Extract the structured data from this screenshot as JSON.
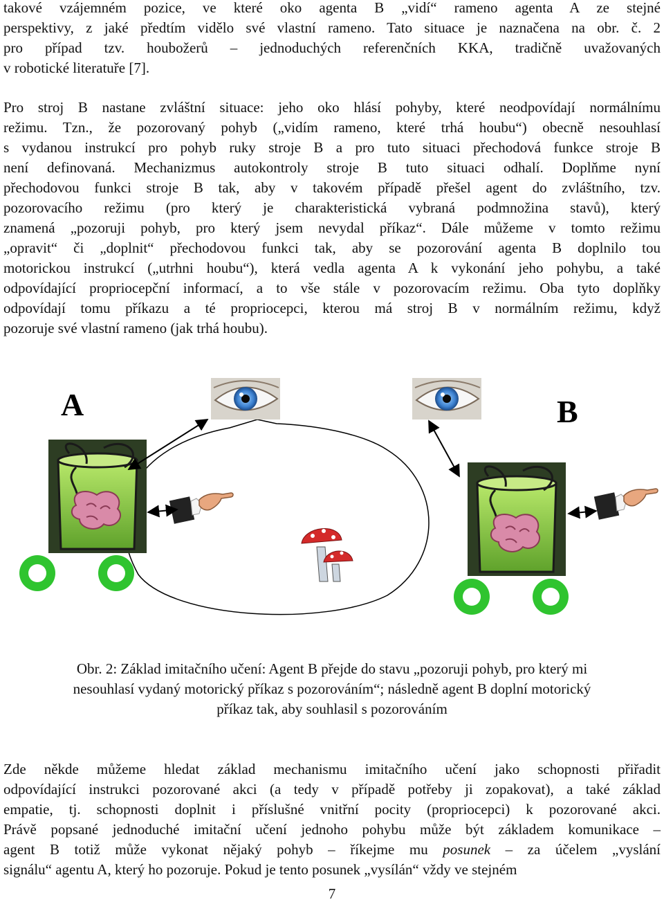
{
  "paragraph_1": [
    "takové vzájemném pozice, ve které oko agenta B „vidí“ rameno agenta A ze stejné",
    "perspektivy, z jaké předtím vidělo své vlastní rameno. Tato situace je naznačena na obr. č. 2",
    "pro případ tzv. houbožerů – jednoduchých referenčních KKA, tradičně uvažovaných",
    "v robotické literatuře [7]."
  ],
  "paragraph_2": [
    "Pro stroj B nastane zvláštní situace: jeho oko hlásí pohyby, které neodpovídají normálnímu",
    "režimu. Tzn., že pozorovaný pohyb („vidím rameno, které trhá houbu“) obecně nesouhlasí",
    "s vydanou instrukcí pro pohyb ruky stroje B a pro tuto situaci přechodová funkce stroje B",
    "není definovaná. Mechanizmus autokontroly stroje B tuto situaci odhalí. Doplňme nyní",
    "přechodovou funkci stroje B tak, aby v takovém případě přešel agent do zvláštního, tzv.",
    "pozorovacího režimu (pro který je charakteristická vybraná podmnožina stavů), který",
    "znamená „pozoruji pohyb, pro který jsem nevydal příkaz“. Dále můžeme v tomto režimu",
    "„opravit“ či „doplnit“ přechodovou funkci tak, aby se pozorování agenta B doplnilo tou",
    "motorickou instrukcí („utrhni houbu“), která vedla agenta A k vykonání jeho pohybu, a také",
    "odpovídající propriocepční informací, a to vše stále v pozorovacím režimu. Oba tyto doplňky",
    "odpovídají tomu příkazu a té propriocepci, kterou má stroj B v normálním režimu, když",
    "pozoruje své vlastní rameno (jak trhá houbu)."
  ],
  "figure": {
    "label_a": "A",
    "label_b": "B"
  },
  "caption": [
    "Obr. 2: Základ imitačního učení: Agent B přejde do stavu „pozoruji pohyb, pro který mi",
    "nesouhlasí vydaný motorický příkaz s pozorováním“; následně agent B doplní motorický",
    "příkaz tak, aby souhlasil s pozorováním"
  ],
  "paragraph_3": [
    "Zde někde můžeme hledat základ mechanismu imitačního učení jako schopnosti přiřadit",
    "odpovídající instrukci pozorované akci (a tedy v případě potřeby ji zopakovat), a také základ",
    "empatie, tj. schopnosti doplnit i příslušné vnitřní pocity (propriocepci) k pozorované akci.",
    "Právě popsané jednoduché imitační učení jednoho pohybu může být základem komunikace –",
    "agent B totiž může vykonat nějaký pohyb – říkejme mu {posunek} – za účelem „vyslání",
    "signálu“ agentu A, který ho pozoruje. Pokud je tento posunek „vysílán“ vždy ve stejném"
  ],
  "italic_word": "posunek",
  "page_number": "7",
  "colors": {
    "jar_liquid": "#8fd14f",
    "brain": "#d98aa8",
    "wheel": "#2fc42f",
    "iris": "#4a90d9",
    "mushroom_cap": "#d42a2a",
    "arm_sleeve": "#222222",
    "hand": "#e8a77f"
  }
}
